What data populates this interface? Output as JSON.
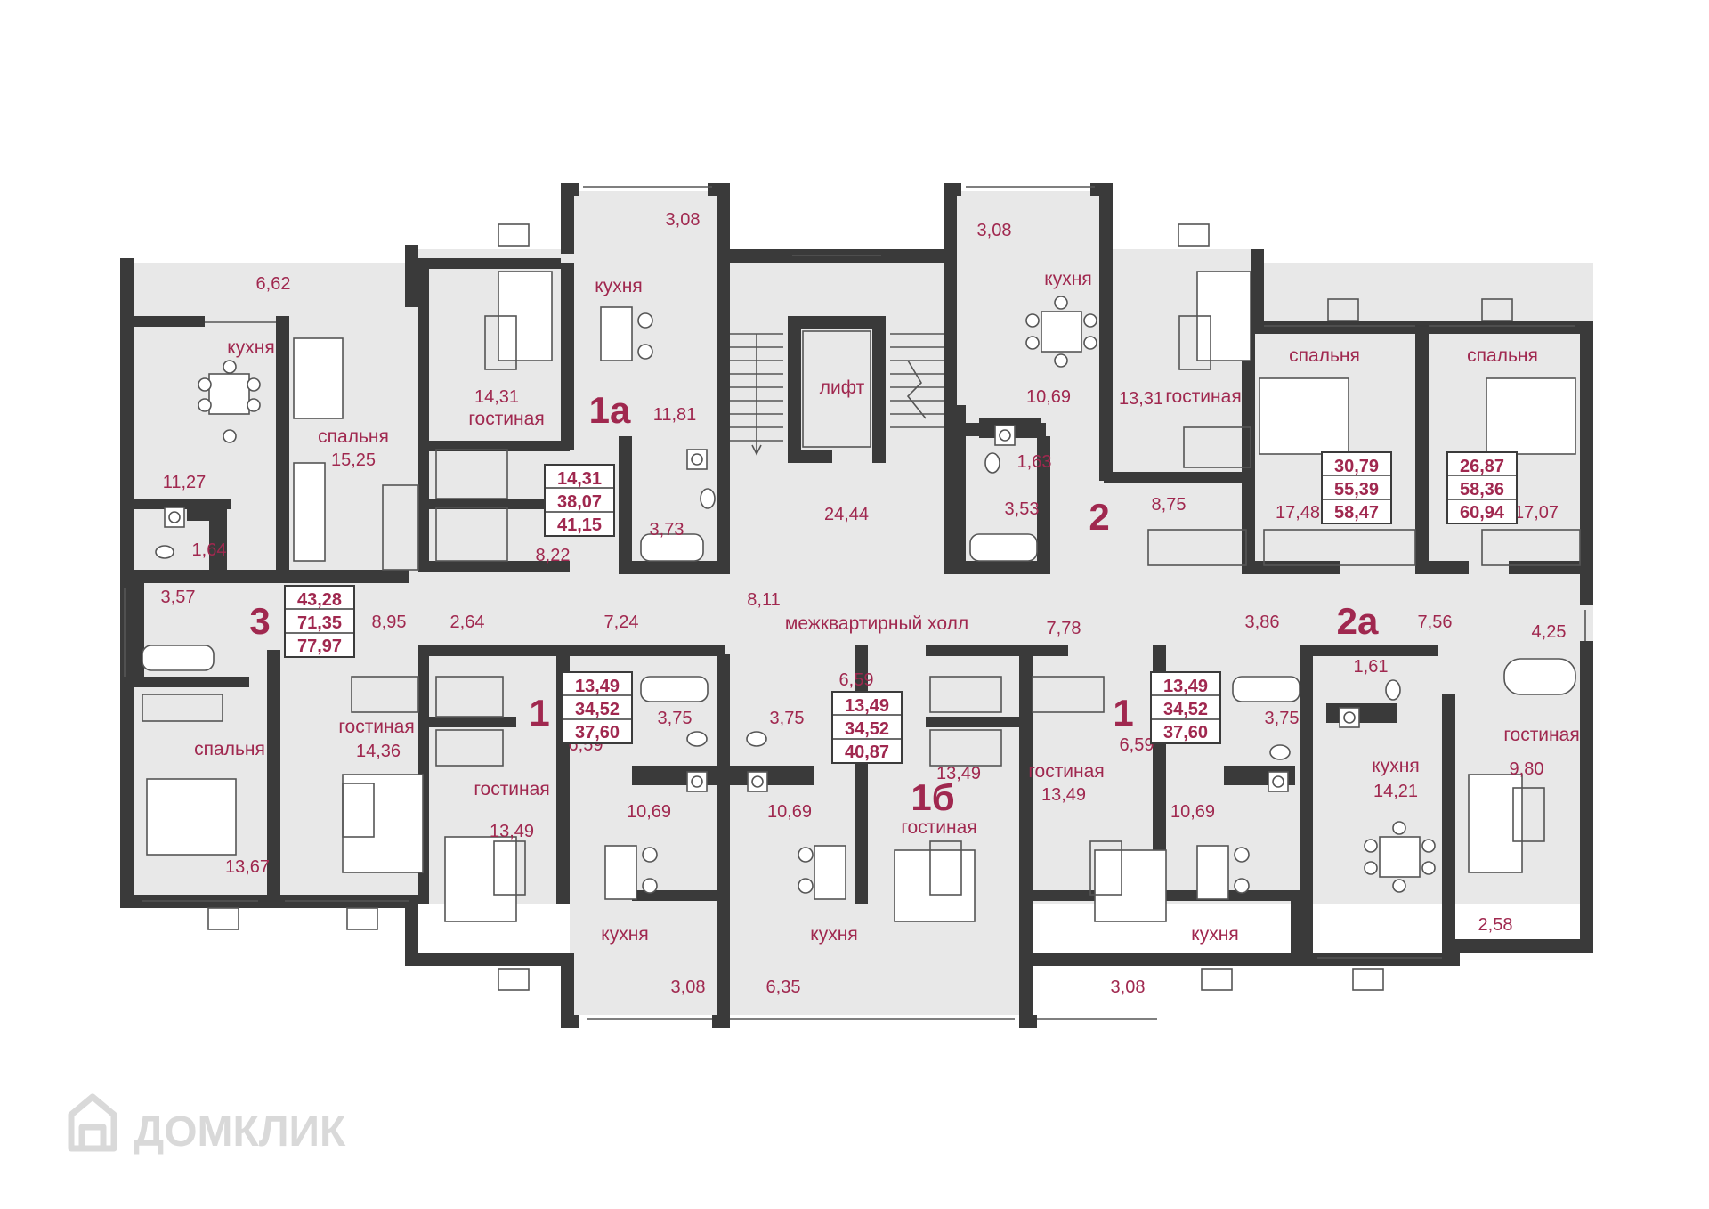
{
  "plan": {
    "apartments": [
      {
        "label": "3",
        "areas": [
          "43,28",
          "71,35",
          "77,97"
        ]
      },
      {
        "label": "1а",
        "areas": [
          "14,31",
          "38,07",
          "41,15"
        ]
      },
      {
        "label": "2",
        "areas": [
          "30,79",
          "55,39",
          "58,47"
        ]
      },
      {
        "label": "2а",
        "areas": [
          "26,87",
          "58,36",
          "60,94"
        ]
      },
      {
        "label": "1",
        "areas": [
          "13,49",
          "34,52",
          "37,60"
        ]
      },
      {
        "label": "1б",
        "areas": [
          "13,49",
          "34,52",
          "40,87"
        ]
      },
      {
        "label": "1",
        "areas": [
          "13,49",
          "34,52",
          "37,60"
        ]
      }
    ],
    "rooms": [
      {
        "name": "кухня",
        "area": "11,27"
      },
      {
        "name": "спальня",
        "area": "15,25"
      },
      {
        "name": "гостиная",
        "area": "14,31"
      },
      {
        "name": "кухня",
        "area": "11,81"
      },
      {
        "name": "лифт",
        "area": ""
      },
      {
        "name": "кухня",
        "area": "10,69"
      },
      {
        "name": "гостиная",
        "area": "13,31"
      },
      {
        "name": "спальня",
        "area": "17,48"
      },
      {
        "name": "спальня",
        "area": "17,07"
      },
      {
        "name": "межквартирный холл",
        "area": "7,78"
      },
      {
        "name": "спальня",
        "area": "13,67"
      },
      {
        "name": "гостиная",
        "area": "14,36"
      },
      {
        "name": "гостиная",
        "area": "13,49"
      },
      {
        "name": "кухня",
        "area": "10,69"
      },
      {
        "name": "кухня",
        "area": "10,69"
      },
      {
        "name": "гостиная",
        "area": "13,49"
      },
      {
        "name": "гостиная",
        "area": "13,49"
      },
      {
        "name": "кухня",
        "area": "10,69"
      },
      {
        "name": "кухня",
        "area": "14,21"
      },
      {
        "name": "гостиная",
        "area": "9,80"
      }
    ],
    "areas": [
      "6,62",
      "3,08",
      "3,08",
      "1,64",
      "3,57",
      "8,95",
      "2,64",
      "8,22",
      "3,73",
      "24,44",
      "8,11",
      "7,24",
      "1,63",
      "3,53",
      "8,75",
      "3,86",
      "7,56",
      "4,25",
      "1,61",
      "6,59",
      "3,75",
      "3,75",
      "6,59",
      "3,75",
      "6,59",
      "3,08",
      "6,35",
      "3,08",
      "2,58"
    ],
    "watermark": "ДОМКЛИК",
    "colors": {
      "accent": "#a0284f",
      "wall": "#3a3a3a",
      "floor": "#e8e8e8"
    }
  }
}
